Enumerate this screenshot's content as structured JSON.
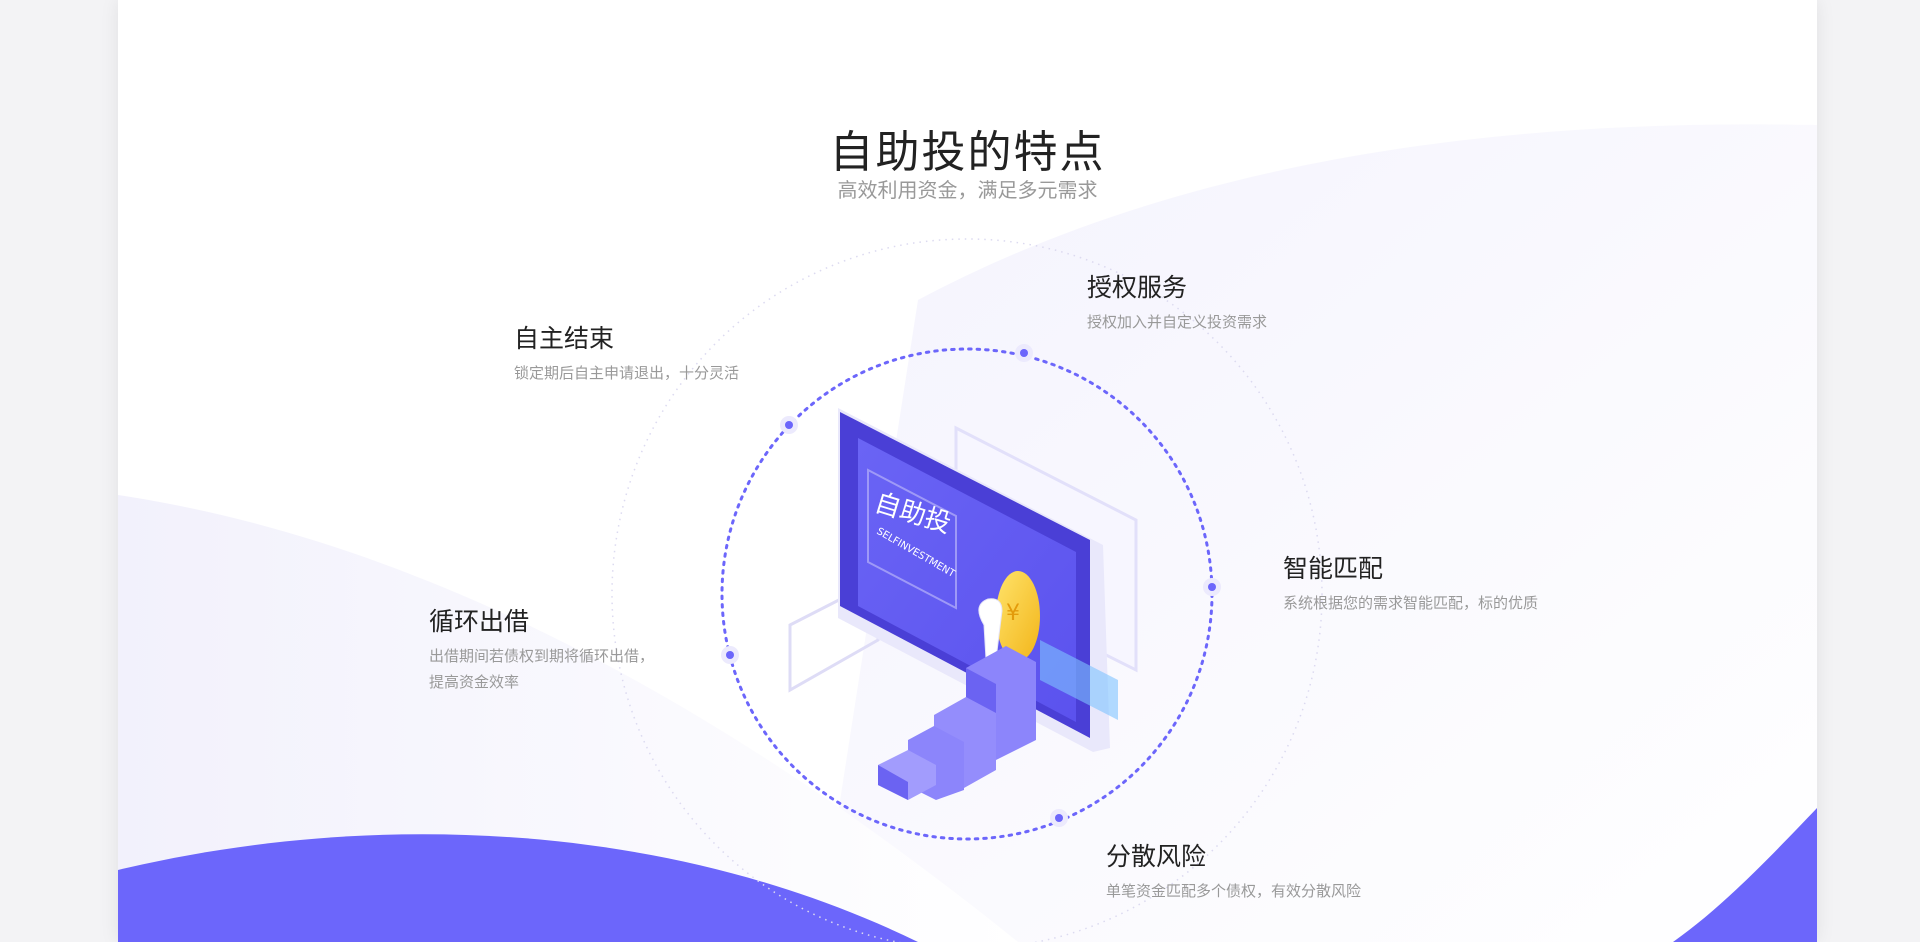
{
  "header": {
    "title": "自助投的特点",
    "subtitle": "高效利用资金，满足多元需求"
  },
  "illustration": {
    "screen_text": "自助投",
    "screen_subtext": "SELFINVESTMENT",
    "coin_symbol": "¥"
  },
  "features": [
    {
      "title": "授权服务",
      "desc": [
        "授权加入并自定义投资需求"
      ]
    },
    {
      "title": "自主结束",
      "desc": [
        "锁定期后自主申请退出，十分灵活"
      ]
    },
    {
      "title": "智能匹配",
      "desc": [
        "系统根据您的需求智能匹配，标的优质"
      ]
    },
    {
      "title": "循环出借",
      "desc": [
        "出借期间若债权到期将循环出借，",
        "提高资金效率"
      ]
    },
    {
      "title": "分散风险",
      "desc": [
        "单笔资金匹配多个债权，有效分散风险"
      ]
    }
  ],
  "colors": {
    "accent": "#6c66fb",
    "dark_accent": "#4a3fd6",
    "coin": "#f7c928"
  }
}
